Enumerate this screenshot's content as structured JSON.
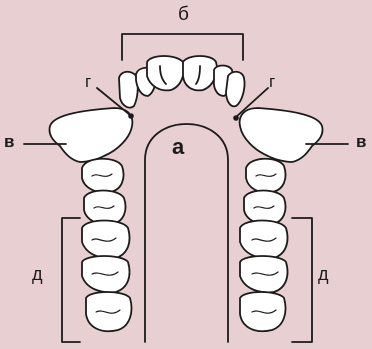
{
  "labels": {
    "b": "б",
    "g_left": "г",
    "g_right": "г",
    "a": "а",
    "v_left": "в",
    "v_right": "в",
    "d_left": "д",
    "d_right": "д"
  },
  "colors": {
    "background": "#e8cfd1",
    "ink": "#1c1a1b",
    "tooth_fill": "#ffffff"
  }
}
